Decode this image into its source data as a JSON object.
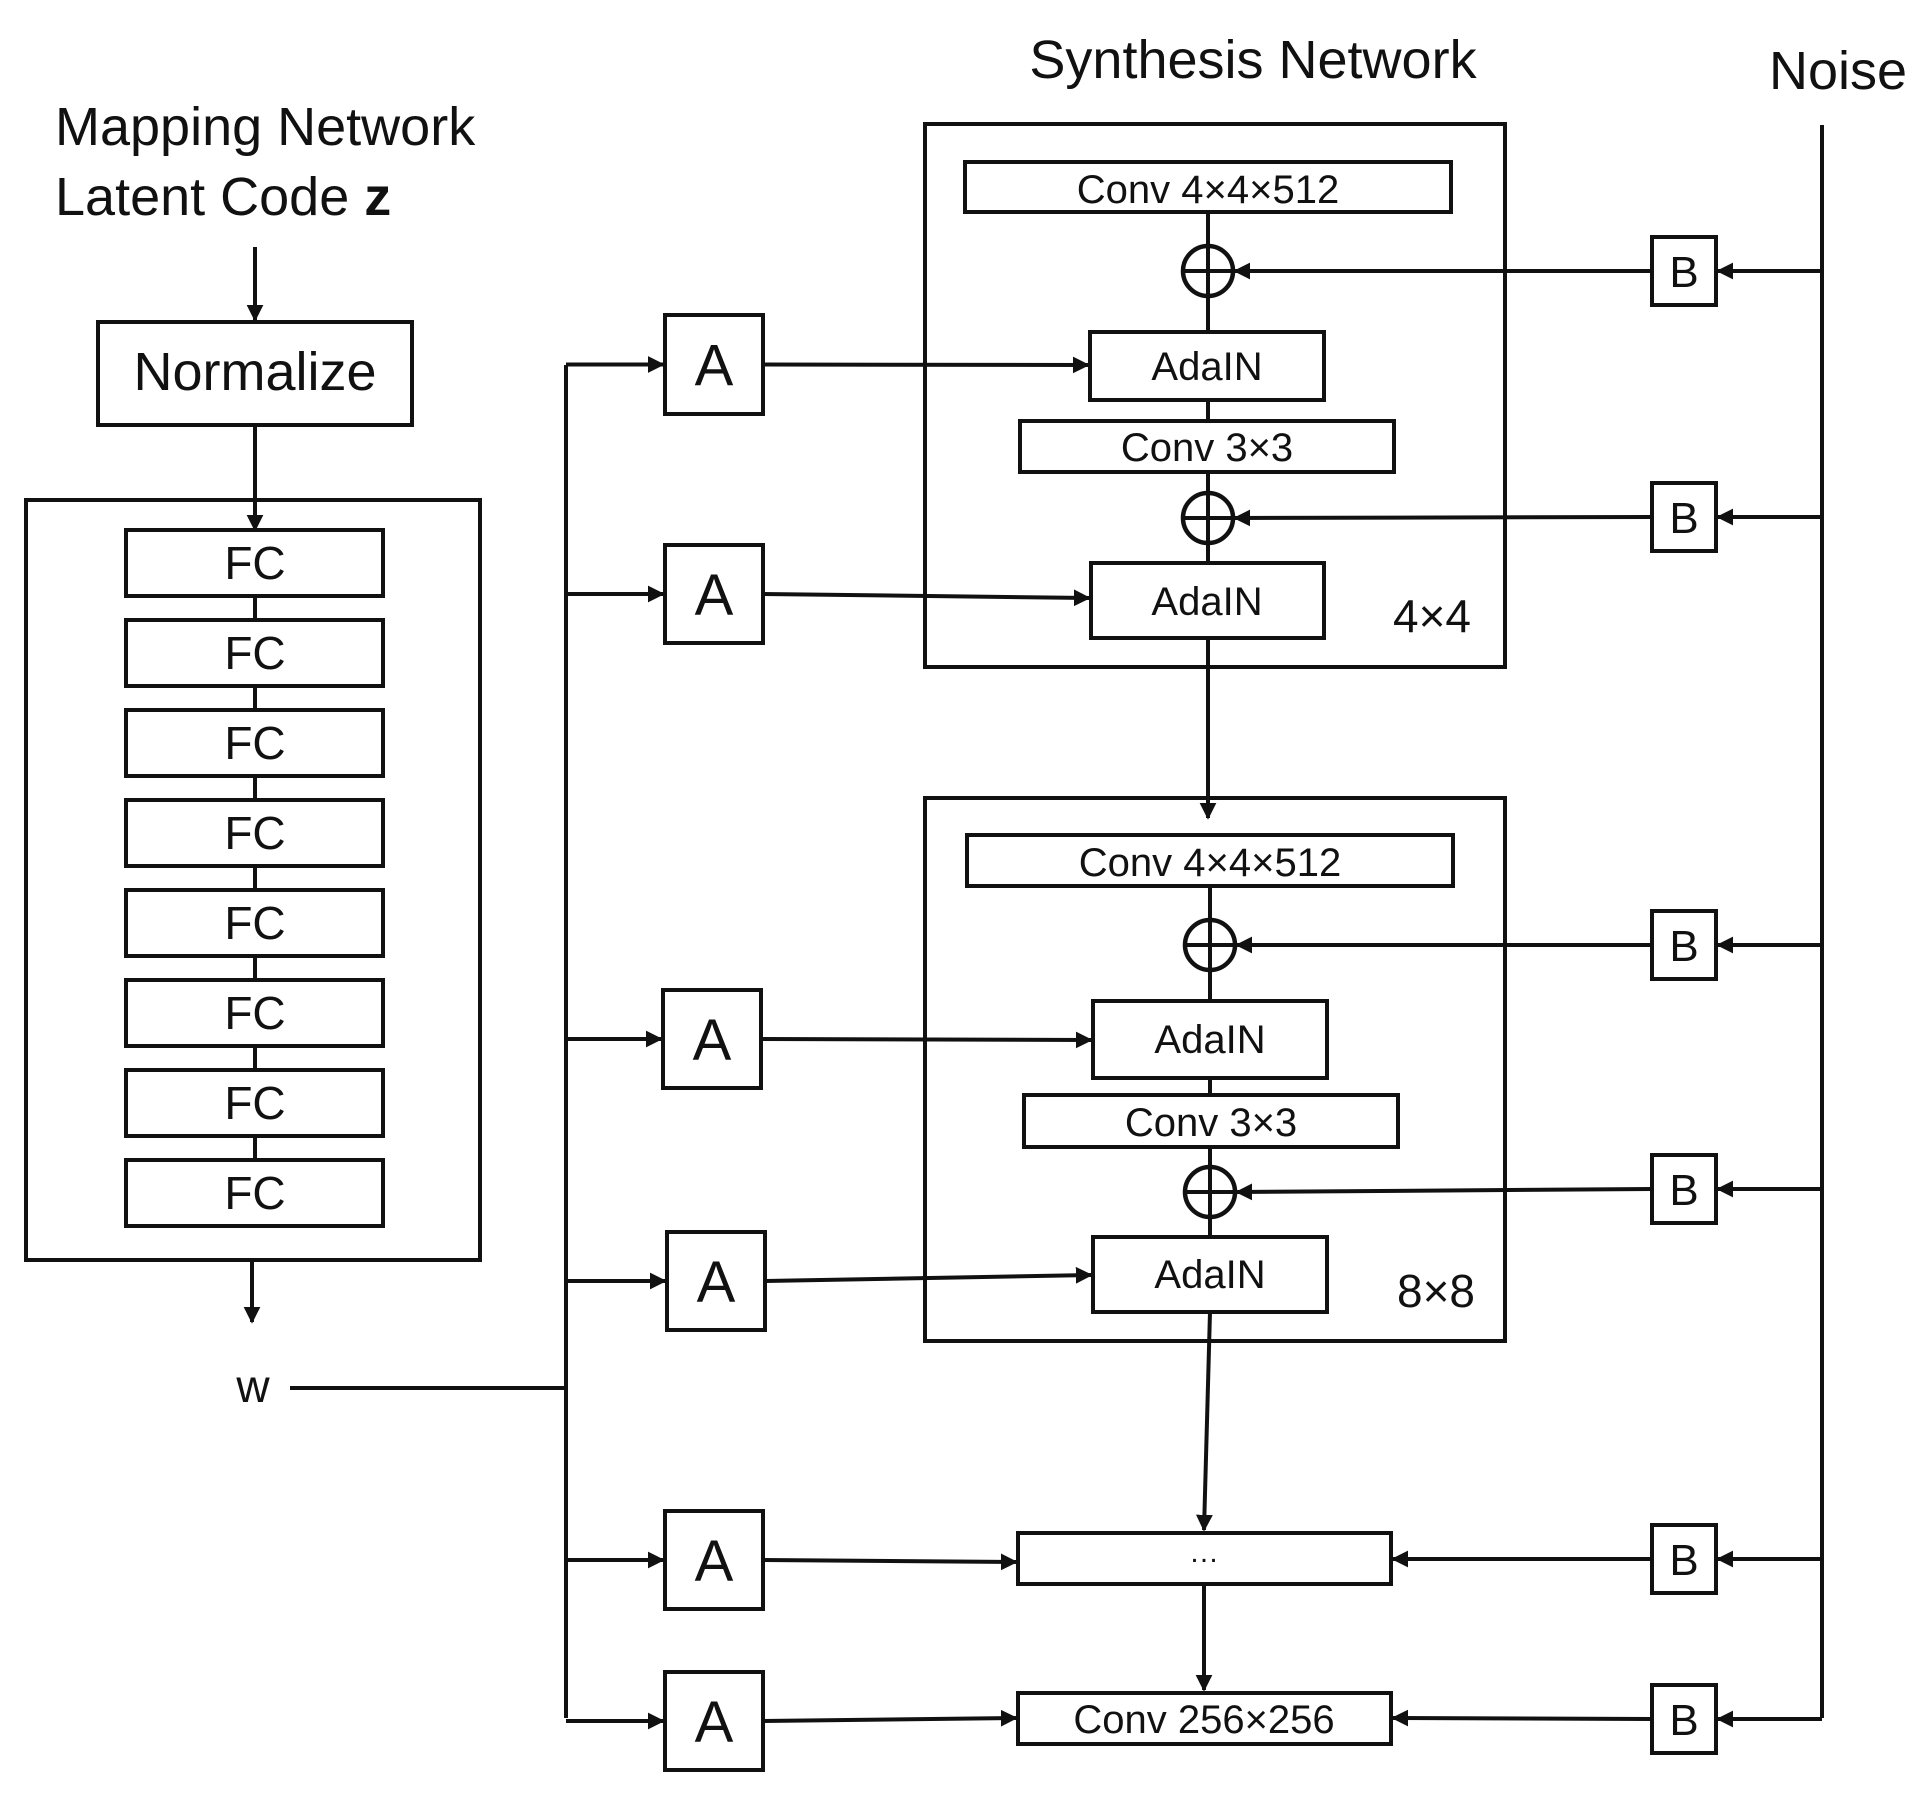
{
  "mapping": {
    "title_line1": "Mapping Network",
    "title_line2": "Latent Code",
    "latent_var": "z",
    "normalize_label": "Normalize",
    "fc_labels": [
      "FC",
      "FC",
      "FC",
      "FC",
      "FC",
      "FC",
      "FC",
      "FC"
    ],
    "w_label": "w"
  },
  "synthesis": {
    "title": "Synthesis Network",
    "noise_label": "Noise",
    "blocks": [
      {
        "const_label": "Conv 4×4×512",
        "adain1": "AdaIN",
        "conv": "Conv 3×3",
        "adain2": "AdaIN",
        "resolution": "4×4"
      },
      {
        "const_label": "Conv 4×4×512",
        "adain1": "AdaIN",
        "conv": "Conv 3×3",
        "adain2": "AdaIN",
        "resolution": "8×8"
      }
    ],
    "ellipsis_label": "…",
    "final_label": "Conv 256×256",
    "a_label": "A",
    "b_label": "B"
  }
}
